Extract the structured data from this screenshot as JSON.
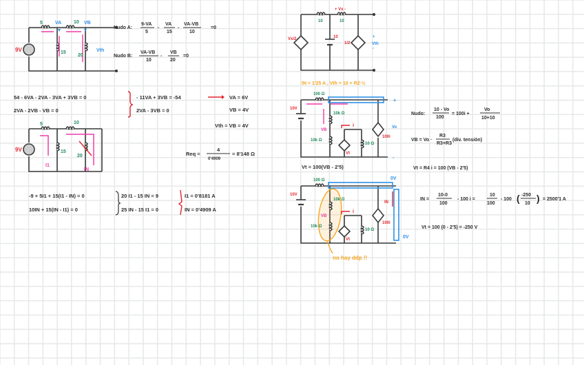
{
  "page": {
    "title": "Circuit analysis notes (handwritten, squared paper)"
  },
  "colors": {
    "ink": "#2b2b2b",
    "source_red": "#e0262f",
    "resistor_green": "#1f8a5a",
    "node_blue": "#2d8fe6",
    "current_pink": "#f03aa8",
    "note_orange": "#f5a623",
    "grid": "#e6e8e8"
  },
  "circuit1": {
    "source": "9V",
    "r1": "5",
    "r2": "10",
    "r3": "15",
    "r4": "20",
    "node_a": "VA",
    "node_b": "VB",
    "output": "Vth"
  },
  "nodal": {
    "eq_a_label": "Nudo A:",
    "eq_a_t1_num": "9-VA",
    "eq_a_t1_den": "5",
    "eq_a_t2_num": "VA",
    "eq_a_t2_den": "15",
    "eq_a_t3_num": "VA-VB",
    "eq_a_t3_den": "10",
    "eq_a_rhs": "=0",
    "eq_b_label": "Nudo B:",
    "eq_b_t1_num": "VA-VB",
    "eq_b_t1_den": "10",
    "eq_b_t2_num": "VB",
    "eq_b_t2_den": "20",
    "eq_b_rhs": "=0"
  },
  "system1": {
    "line1": "54 - 6VA - 2VA - 3VA + 3VB = 0",
    "line2": "2VA - 2VB - VB = 0",
    "s_line1": "- 11VA + 3VB = -54",
    "s_line2": "2VA - 3VB = 0",
    "result_a": "VA = 6V",
    "result_b": "VB = 4V",
    "vth": "Vth = VB = 4V"
  },
  "circuit2": {
    "source": "9V",
    "r1": "5",
    "r2": "10",
    "r3": "15",
    "r4": "20",
    "i1": "I1",
    "in": "IN"
  },
  "req": {
    "label": "Req =",
    "num": "4",
    "den": "0'4909",
    "result": "= 8'148 Ω"
  },
  "mesh": {
    "line1": "-9 + 5I1 + 15(I1 - IN) = 0",
    "line2": "10IN + 15(IN - I1) = 0",
    "s_line1": "20 I1 - 15 IN = 9",
    "s_line2": "25 IN - 15 I1 = 0",
    "r_line1": "I1 = 0'8181 A",
    "r_line2": "IN = 0'4909 A"
  },
  "circuit3": {
    "dep_source": "Vx/2",
    "r1": "10",
    "r2": "10",
    "vx": "+ Vx -",
    "battery": "10",
    "dep_current": "1/2",
    "output_plus": "+",
    "output": "Vth",
    "output_minus": "-",
    "note": "IN = 1'25 A ,  Vth = 10 + R2·½"
  },
  "circuit4": {
    "r_top": "100 Ω",
    "source": "10V",
    "r_mid": "10k Ω",
    "r_bot": "10k Ω",
    "vb": "VB",
    "vt": "Vt",
    "i": "i",
    "r_right": "10 Ω",
    "dep": "100i",
    "vo": "Vo",
    "plus": "+",
    "minus": "-",
    "vt_eq": "Vt = 100(VB - 2'5)"
  },
  "circuit4_eqs": {
    "nudo_label": "Nudo:",
    "nudo_t1_num": "10 - Vo",
    "nudo_t1_den": "100",
    "nudo_mid": "= 100i +",
    "nudo_t2_num": "Vo",
    "nudo_t2_den": "10+10",
    "vb_label": "VB = Vo ·",
    "vb_num": "R3",
    "vb_den": "R3+R3",
    "vb_note": "(div. tensión)",
    "vt_line": "Vt = R4 i = 100 (VB - 2'5)"
  },
  "circuit5": {
    "r_top": "100 Ω",
    "source": "10V",
    "r_mid": "10k Ω",
    "r_bot": "10k Ω",
    "vb": "VB",
    "vt": "Vt",
    "i": "i",
    "r_right": "10 Ω",
    "dep": "100i",
    "in": "IN",
    "zero_top": "0V",
    "zero_side": "0V",
    "note": "no hay ddp !!"
  },
  "circuit5_eqs": {
    "in_label": "IN =",
    "t1_num": "10-0",
    "t1_den": "100",
    "mid1": "- 100 i =",
    "t2_num": "10",
    "t2_den": "100",
    "mid2": "- 100",
    "t3_num": "-250",
    "t3_den": "10",
    "result": "= 2500'1 A",
    "vt_line": "Vt = 100 (0 - 2'5) = -250 V"
  }
}
